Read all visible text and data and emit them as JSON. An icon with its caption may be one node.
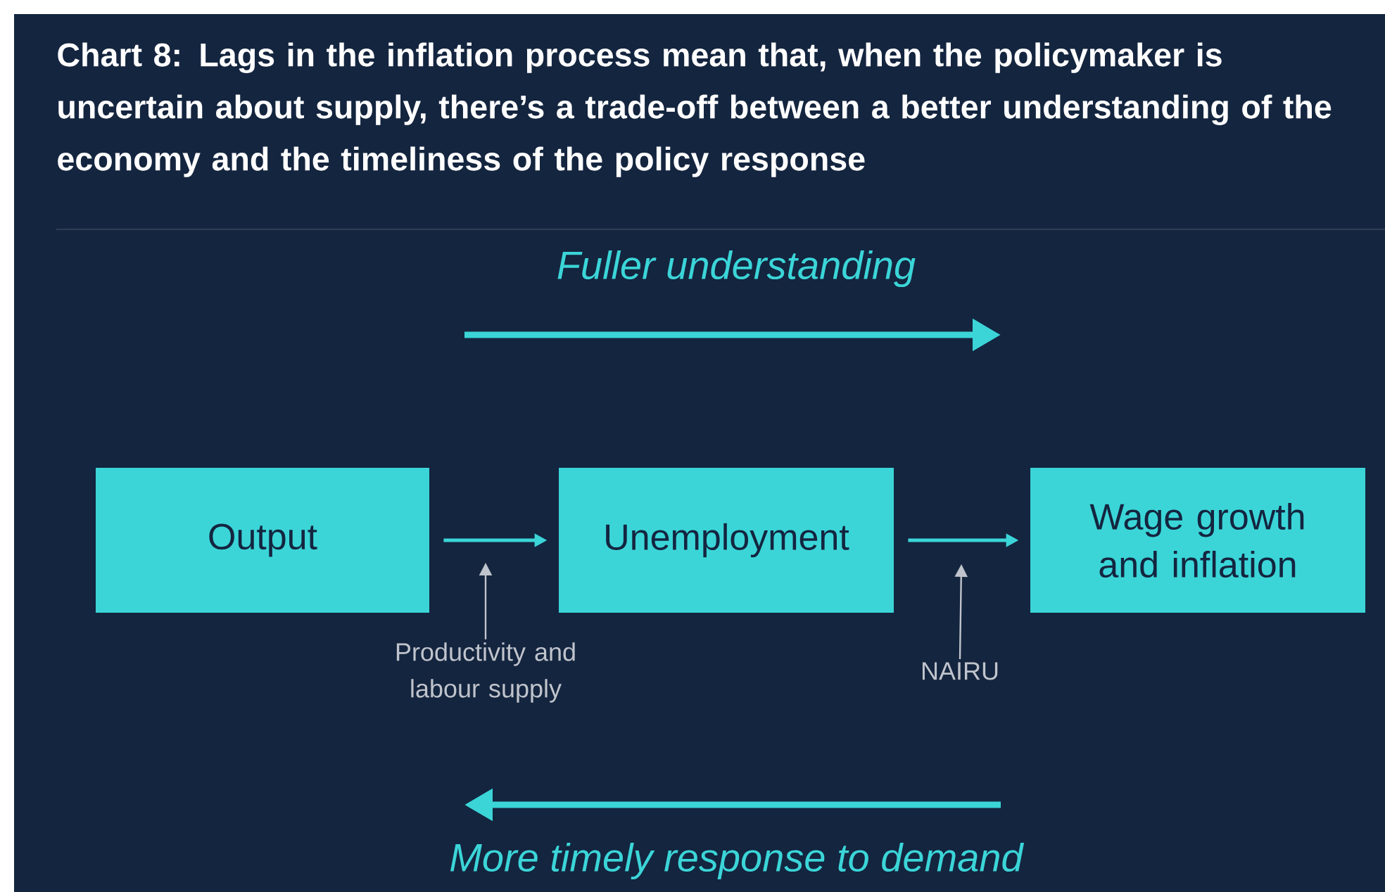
{
  "diagram": {
    "title": "Chart 8: Lags in the inflation process mean that, when the policymaker is uncertain about supply, there’s a trade-off between a better understanding of the economy and the timeliness of the policy response",
    "nodes": [
      {
        "text": [
          "Output"
        ]
      },
      {
        "text": [
          "Unemployment"
        ]
      },
      {
        "text": [
          "Wage growth and inflation"
        ]
      },
      {
        "text": [
          "Productivity and labour supply"
        ]
      },
      {
        "text": [
          "NAIRU"
        ]
      }
    ],
    "edges": [
      {
        "from": 0,
        "to": 1,
        "arrow": "to"
      },
      {
        "from": 1,
        "to": 2,
        "arrow": "to"
      },
      {
        "from": 3,
        "to": null,
        "arrow": "to",
        "color": "#c0c4cc"
      },
      {
        "from": 4,
        "to": null,
        "arrow": "to",
        "color": "#c0c4cc"
      }
    ],
    "labels": [
      "Fuller understanding",
      "More timely response to demand"
    ]
  }
}
